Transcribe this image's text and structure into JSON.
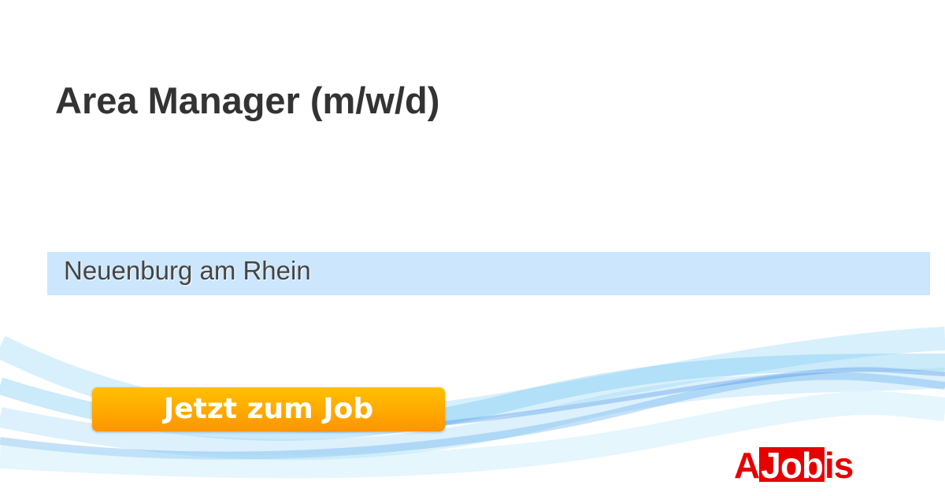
{
  "job": {
    "title": "Area Manager (m/w/d)",
    "location": "Neuenburg am Rhein"
  },
  "cta": {
    "label": "Jetzt zum Job"
  },
  "logo": {
    "text": "AJobis",
    "part_a": "A",
    "part_box": "Job",
    "part_end": "is"
  },
  "colors": {
    "accent": "#ff9500",
    "brand": "#e60000",
    "location_bg": "#cce6fd"
  }
}
